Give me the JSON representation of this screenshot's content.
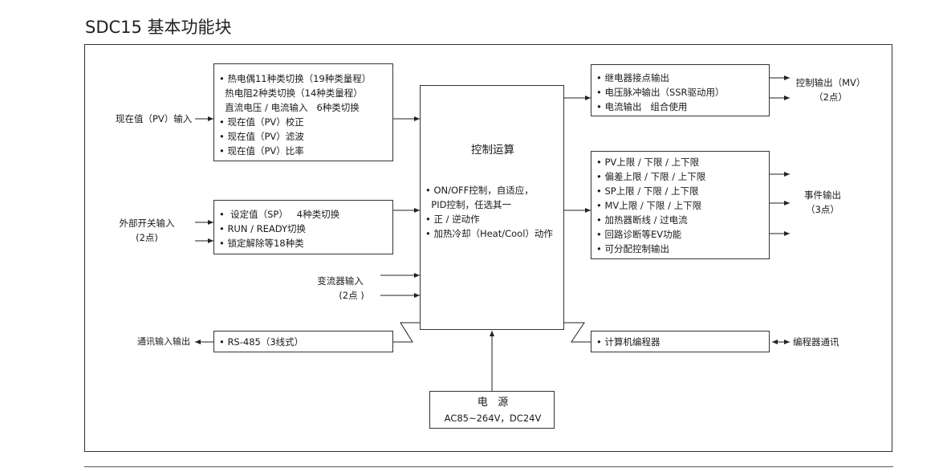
{
  "title": "SDC15 基本功能块",
  "pv_box": [
    "• 热电偶11种类切换（19种类量程）",
    "  热电阻2种类切换（14种类量程）",
    "  直流电压 / 电流输入   6种类切换",
    "• 现在值（PV）校正",
    "• 现在值（PV）滤波",
    "• 现在值（PV）比率"
  ],
  "sw_box": [
    "•  设定值（SP）   4种类切换",
    "• RUN / READY切换",
    "• 锁定解除等18种类"
  ],
  "rs_box": [
    "• RS-485（3线式）"
  ],
  "ctrl": {
    "title": "控制运算",
    "lines": [
      "• ON/OFF控制，自适应，",
      "  PID控制，任选其一",
      "• 正 / 逆动作",
      "• 加热冷却（Heat/Cool）动作"
    ]
  },
  "mv_box": [
    "• 继电器接点输出",
    "• 电压脉冲输出（SSR驱动用）",
    "• 电流输出   组合使用"
  ],
  "ev_box": [
    "• PV上限 / 下限 / 上下限",
    "• 偏差上限 / 下限 / 上下限",
    "• SP上限 / 下限 / 上下限",
    "• MV上限 / 下限 / 上下限",
    "• 加热器断线 / 过电流",
    "• 回路诊断等EV功能",
    "• 可分配控制输出"
  ],
  "pc_box": [
    "• 计算机编程器"
  ],
  "power": {
    "title": "电   源",
    "spec": "AC85~264V，DC24V"
  },
  "labels": {
    "pv_input": "现在值（PV）输入",
    "ext_switch_1": "外部开关输入",
    "ext_switch_2": "(2点)",
    "ct_input_1": "变流器输入",
    "ct_input_2": "(2点 )",
    "comm": "通讯输入输出",
    "mv_out_1": "控制输出（MV）",
    "mv_out_2": "（2点）",
    "ev_out_1": "事件输出",
    "ev_out_2": "（3点）",
    "prog_comm": "编程器通讯"
  }
}
